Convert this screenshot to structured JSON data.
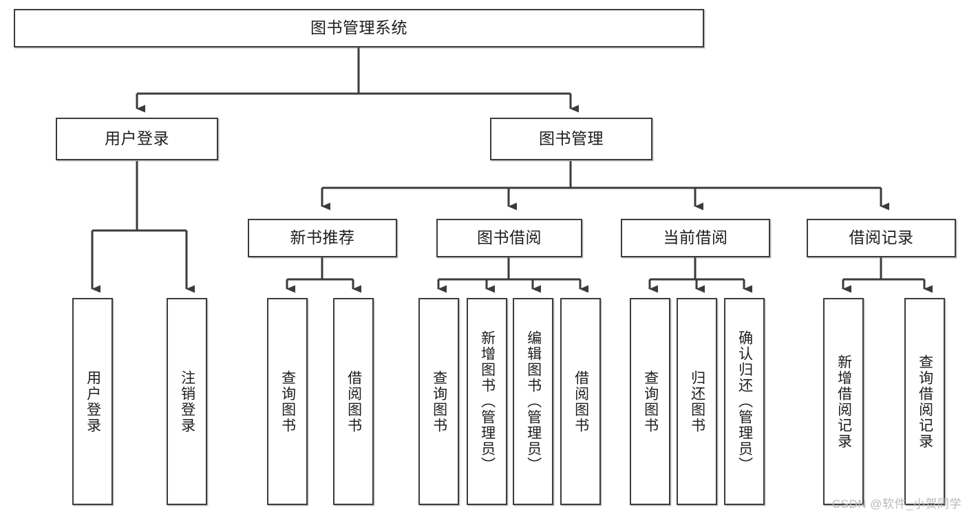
{
  "diagram": {
    "title": "图书管理系统",
    "type": "tree-hierarchy",
    "watermark": "CSDN @软件_小贺同学",
    "colors": {
      "stroke": "#3b3b3b",
      "fill": "#ffffff",
      "text": "#1d1d1d",
      "watermark": "#b9b9b9"
    },
    "root": {
      "label": "图书管理系统"
    },
    "level2": [
      {
        "label": "用户登录"
      },
      {
        "label": "图书管理"
      }
    ],
    "level3": [
      {
        "label": "新书推荐"
      },
      {
        "label": "图书借阅"
      },
      {
        "label": "当前借阅"
      },
      {
        "label": "借阅记录"
      }
    ],
    "leaves": {
      "user_login": [
        {
          "label": "用户登录"
        },
        {
          "label": "注销登录"
        }
      ],
      "new_book": [
        {
          "label": "查询图书"
        },
        {
          "label": "借阅图书"
        }
      ],
      "book_borrow": [
        {
          "label": "查询图书"
        },
        {
          "label": "新增图书（管理员）"
        },
        {
          "label": "编辑图书（管理员）"
        },
        {
          "label": "借阅图书"
        }
      ],
      "current_borrow": [
        {
          "label": "查询图书"
        },
        {
          "label": "归还图书"
        },
        {
          "label": "确认归还（管理员）"
        }
      ],
      "borrow_record": [
        {
          "label": "新增借阅记录"
        },
        {
          "label": "查询借阅记录"
        }
      ]
    }
  }
}
